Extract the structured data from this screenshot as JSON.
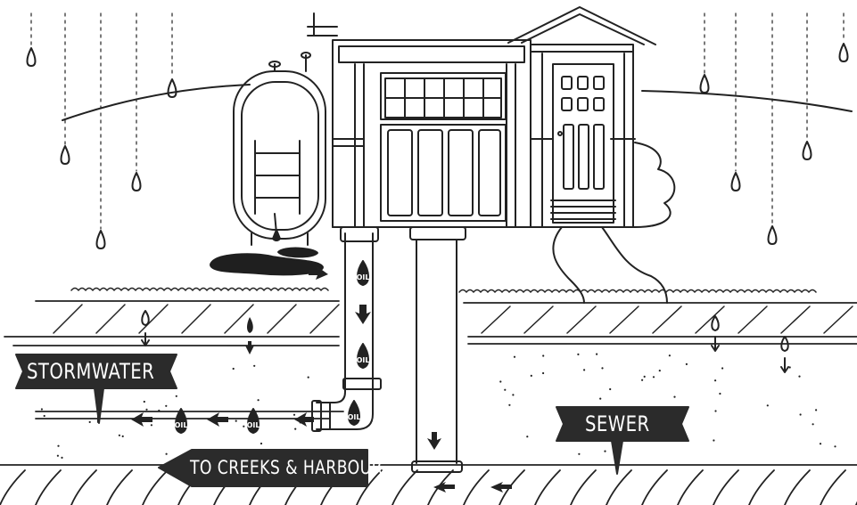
{
  "labels": {
    "stormwater": "STORMWATER",
    "sewer": "SEWER",
    "creeks": "TO CREEKS & HARBOUR"
  },
  "oil_text": "OIL",
  "colors": {
    "ink": "#222222",
    "sign": "#2b2b2b",
    "sign_text": "#ffffff",
    "background": "#ffffff"
  }
}
